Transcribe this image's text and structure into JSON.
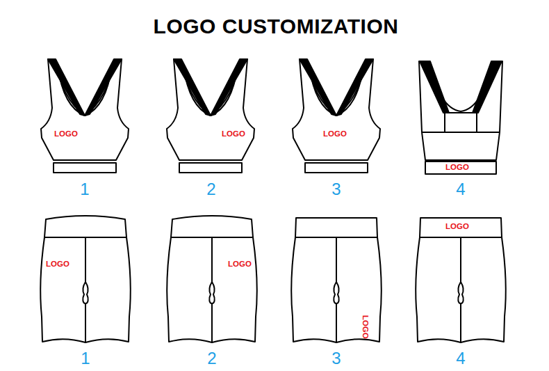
{
  "diagram": {
    "title": "LOGO CUSTOMIZATION",
    "nodes": [
      {
        "text": [
          "LOGO"
        ]
      },
      {
        "text": [
          "LOGO"
        ]
      },
      {
        "text": [
          "LOGO"
        ]
      },
      {
        "text": [
          "LOGO"
        ]
      },
      {
        "text": [
          "LOGO"
        ]
      },
      {
        "text": [
          "LOGO"
        ]
      },
      {
        "text": [
          "LOGO"
        ]
      },
      {
        "text": [
          "LOGO"
        ]
      }
    ],
    "labels": [
      "1",
      "2",
      "3",
      "4",
      "1",
      "2",
      "3",
      "4"
    ]
  }
}
